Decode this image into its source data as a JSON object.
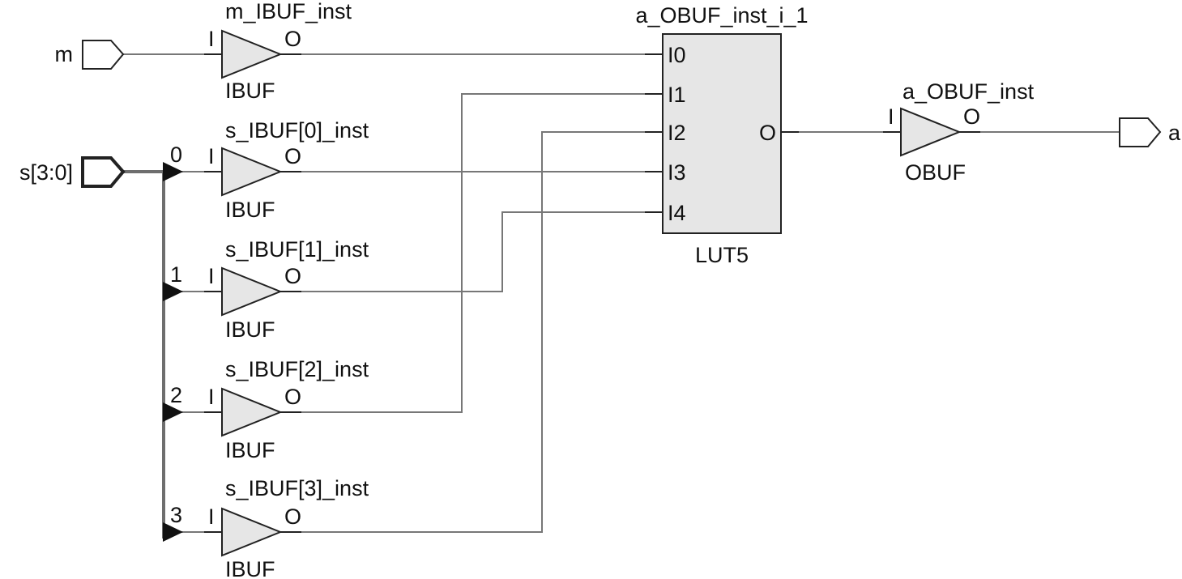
{
  "ports": {
    "m": "m",
    "s": "s[3:0]",
    "a": "a"
  },
  "bus_bits": [
    "0",
    "1",
    "2",
    "3"
  ],
  "buffers": {
    "m_ibuf": {
      "name": "m_IBUF_inst",
      "type": "IBUF",
      "pin_in": "I",
      "pin_out": "O"
    },
    "s_ibuf_0": {
      "name": "s_IBUF[0]_inst",
      "type": "IBUF",
      "pin_in": "I",
      "pin_out": "O"
    },
    "s_ibuf_1": {
      "name": "s_IBUF[1]_inst",
      "type": "IBUF",
      "pin_in": "I",
      "pin_out": "O"
    },
    "s_ibuf_2": {
      "name": "s_IBUF[2]_inst",
      "type": "IBUF",
      "pin_in": "I",
      "pin_out": "O"
    },
    "s_ibuf_3": {
      "name": "s_IBUF[3]_inst",
      "type": "IBUF",
      "pin_in": "I",
      "pin_out": "O"
    },
    "a_obuf": {
      "name": "a_OBUF_inst",
      "type": "OBUF",
      "pin_in": "I",
      "pin_out": "O"
    }
  },
  "lut": {
    "name": "a_OBUF_inst_i_1",
    "type": "LUT5",
    "inputs": [
      "I0",
      "I1",
      "I2",
      "I3",
      "I4"
    ],
    "output": "O"
  }
}
